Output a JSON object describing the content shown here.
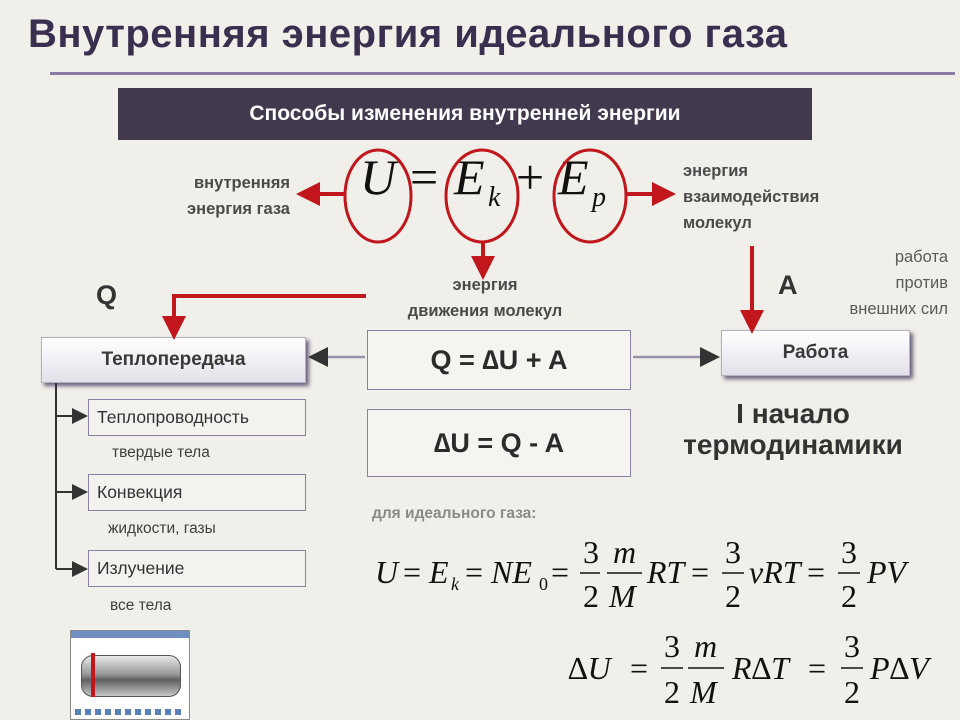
{
  "title": "Внутренняя энергия идеального газа",
  "subtitle": "Способы изменения внутренней энергии",
  "formula_main": {
    "u": "U",
    "eq": "=",
    "ek": "E",
    "k": "k",
    "plus": "+",
    "ep": "E",
    "p": "p"
  },
  "labels": {
    "internal_1": "внутренняя",
    "internal_2": "энергия газа",
    "interaction_1": "энергия",
    "interaction_2": "взаимодействия",
    "interaction_3": "молекул",
    "motion_1": "энергия",
    "motion_2": "движения молекул",
    "work_1": "работа",
    "work_2": "против",
    "work_3": "внешних сил",
    "q": "Q",
    "a": "A"
  },
  "heat_transfer": "Теплопередача",
  "work": "Работа",
  "eq1": "Q = ∆U + A",
  "eq2": "∆U = Q - A",
  "law_1": "I начало",
  "law_2": "термодинамики",
  "kinds": [
    {
      "name": "Теплопроводность",
      "note": "твердые тела"
    },
    {
      "name": "Конвекция",
      "note": "жидкости, газы"
    },
    {
      "name": "Излучение",
      "note": "все тела"
    }
  ],
  "ideal_gas_label": "для идеального газа:",
  "formula_u": {
    "u": "U",
    "eq": "=",
    "ek": "E",
    "k": "k",
    "n": "NE",
    "zero": "0",
    "three": "3",
    "two": "2",
    "m": "m",
    "mm": "M",
    "rt": "RT",
    "nrt": "νRT",
    "pv": "PV"
  },
  "formula_du": {
    "du": "∆U",
    "eq": "=",
    "three": "3",
    "two": "2",
    "m": "m",
    "mm": "M",
    "rdt": "R∆T",
    "pdv": "P∆V"
  },
  "colors": {
    "accent": "#c0161c",
    "dark": "#43394f",
    "title": "#3a2f4f"
  }
}
